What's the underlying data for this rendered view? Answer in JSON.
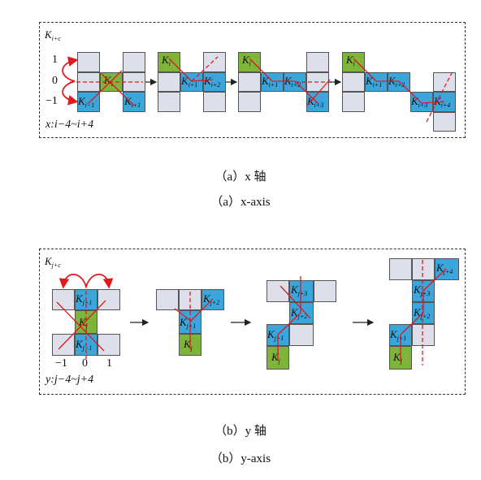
{
  "panel_x": {
    "corner_label": {
      "main": "K",
      "sub": "i+c"
    },
    "range_label": "x:i−4~i+4",
    "ticks": [
      "1",
      "0",
      "−1"
    ],
    "labels": {
      "k_i_minus_1": {
        "main": "K",
        "sub": "i−1"
      },
      "k_i": {
        "main": "K",
        "sub": "i"
      },
      "k_i_plus_1": {
        "main": "K",
        "sub": "i+1"
      },
      "k_i_plus_2": {
        "main": "K",
        "sub": "i+2"
      },
      "k_i_plus_3": {
        "main": "K",
        "sub": "i+3"
      },
      "k_i_plus_4": {
        "main": "K",
        "sub": "i+4"
      }
    }
  },
  "panel_y": {
    "corner_label": {
      "main": "K",
      "sub": "j+c"
    },
    "range_label": "y:j−4~j+4",
    "ticks": [
      "−1",
      "0",
      "1"
    ],
    "labels": {
      "k_j_minus_1": {
        "main": "K",
        "sub": "j−1"
      },
      "k_j": {
        "main": "K",
        "sub": "j"
      },
      "k_j_plus_1": {
        "main": "K",
        "sub": "j+1"
      },
      "k_j_plus_2": {
        "main": "K",
        "sub": "j+2"
      },
      "k_j_plus_3": {
        "main": "K",
        "sub": "j+3"
      },
      "k_j_plus_4": {
        "main": "K",
        "sub": "j+4"
      },
      "k_j_overlap": {
        "main": "K",
        "sub": "j"
      }
    }
  },
  "captions": {
    "a_cn": "（a）x 轴",
    "a_en": "（a）x-axis",
    "b_cn": "（b）y 轴",
    "b_en": "（b）y-axis"
  },
  "colors": {
    "grey_cell": "#dde0ea",
    "blue_cell": "#3aa6dc",
    "green_cell": "#7fb43a",
    "red_line": "#e0191d",
    "arrow": "#222222"
  }
}
